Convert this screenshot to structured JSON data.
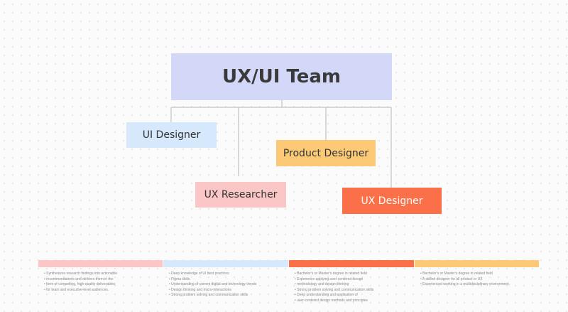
{
  "root": {
    "title": "UX/UI Team"
  },
  "roles": {
    "ui_designer": "UI Designer",
    "product_designer": "Product Designer",
    "ux_researcher": "UX Researcher",
    "ux_designer": "UX Designer"
  },
  "colors": {
    "root": "#d3d8f9",
    "ui_designer": "#d6e8fb",
    "product_designer": "#fcca76",
    "ux_researcher": "#fbc6c6",
    "ux_designer": "#fb7048",
    "connector": "#b5b5b5"
  },
  "footer": [
    {
      "color": "#fbc6c6",
      "items": [
        "Synthesizes research findings into actionable",
        "recommendations and delivers them in the",
        "form of compelling, high-quality deliverables",
        "for team and executive-level audiences."
      ]
    },
    {
      "color": "#d6e8fb",
      "items": [
        "Deep knowledge of UI best practices",
        "Figma skills",
        "Understanding of current digital and technology trends",
        "Design thinking and micro-interactions",
        "Strong problem solving and communication skills"
      ]
    },
    {
      "color": "#fb7048",
      "items": [
        "Bachelor's or Master's degree in related field",
        "Experience applying user centered design",
        "methodology and design thinking",
        "Strong problem solving and communication skills",
        "Deep understanding and application of",
        "user-centered design methods and principles"
      ]
    },
    {
      "color": "#fcca76",
      "items": [
        "Bachelor's or Master's degree in related field",
        "A skilled designer for all product or UX",
        "Experienced working in a multidisciplinary environment."
      ]
    }
  ]
}
